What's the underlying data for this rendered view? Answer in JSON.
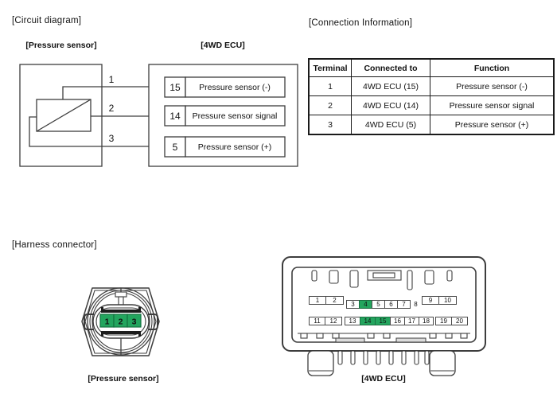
{
  "colors": {
    "pin_highlight": "#23a55e",
    "line": "#3d3d3d",
    "text": "#111111",
    "table_border": "#1a1a1a"
  },
  "circuit": {
    "title": "[Circuit diagram]",
    "sensor_label": "[Pressure sensor]",
    "ecu_label": "[4WD ECU]",
    "wires": [
      {
        "number": "1"
      },
      {
        "number": "2"
      },
      {
        "number": "3"
      }
    ],
    "terminals": [
      {
        "pin": "15",
        "function": "Pressure sensor (-)"
      },
      {
        "pin": "14",
        "function": "Pressure sensor signal"
      },
      {
        "pin": "5",
        "function": "Pressure sensor (+)"
      }
    ]
  },
  "connection_info": {
    "title": "[Connection Information]",
    "headers": [
      "Terminal",
      "Connected to",
      "Function"
    ],
    "rows": [
      [
        "1",
        "4WD ECU (15)",
        "Pressure sensor (-)"
      ],
      [
        "2",
        "4WD ECU (14)",
        "Pressure sensor signal"
      ],
      [
        "3",
        "4WD ECU (5)",
        "Pressure sensor (+)"
      ]
    ]
  },
  "harness": {
    "title": "[Harness connector]",
    "sensor_connector": {
      "label": "[Pressure sensor]",
      "pins": [
        {
          "number": "1",
          "highlighted": true
        },
        {
          "number": "2",
          "highlighted": true
        },
        {
          "number": "3",
          "highlighted": true
        }
      ]
    },
    "ecu_connector": {
      "label": "[4WD ECU]",
      "pins_top": [
        {
          "number": "1"
        },
        {
          "number": "2"
        },
        {
          "number": "3"
        },
        {
          "number": "4",
          "highlighted": true
        },
        {
          "number": "5"
        },
        {
          "number": "6"
        },
        {
          "number": "7"
        },
        {
          "number": "8"
        },
        {
          "number": "9"
        },
        {
          "number": "10"
        }
      ],
      "pins_bottom": [
        {
          "number": "11"
        },
        {
          "number": "12"
        },
        {
          "number": "13"
        },
        {
          "number": "14",
          "highlighted": true
        },
        {
          "number": "15",
          "highlighted": true
        },
        {
          "number": "16"
        },
        {
          "number": "17"
        },
        {
          "number": "18"
        },
        {
          "number": "19"
        },
        {
          "number": "20"
        }
      ]
    }
  }
}
